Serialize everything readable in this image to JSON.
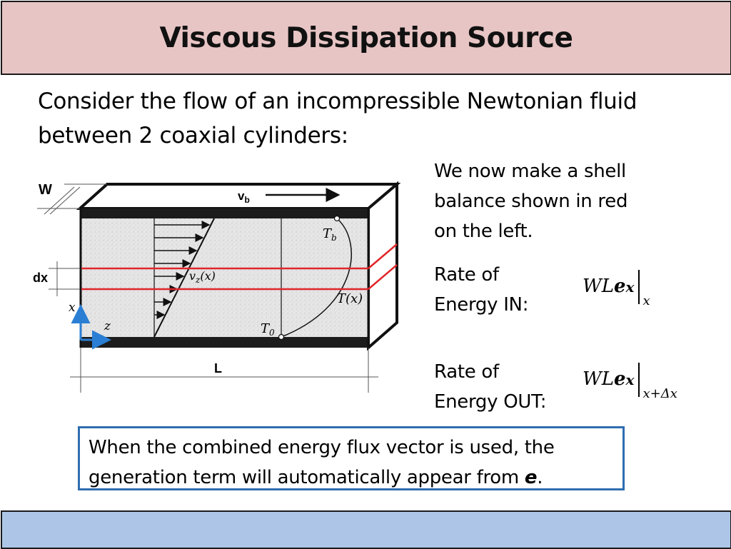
{
  "slide": {
    "title": "Viscous Dissipation Source",
    "intro_line1": "Consider the flow of an incompressible Newtonian fluid",
    "intro_line2": "between 2 coaxial cylinders:"
  },
  "diagram": {
    "label_w": "W",
    "label_vb": "vb",
    "label_dx": "dx",
    "label_vz": "vz(x)",
    "label_tb": "Tb",
    "label_tx": "T(x)",
    "label_t0": "T0",
    "label_x": "x",
    "label_z": "z",
    "label_l": "L",
    "colors": {
      "shell": "#e0262a",
      "axes": "#2a7fd4",
      "wall": "#1c1c1c"
    }
  },
  "side": {
    "shell_line1": "We now make a shell",
    "shell_line2": "balance shown in red",
    "shell_line3": "on the left.",
    "in_line1": "Rate of",
    "in_line2": "Energy IN:",
    "out_line1": "Rate of",
    "out_line2": "Energy OUT:"
  },
  "equations": {
    "in_prefix": "WL",
    "in_vector": "e",
    "in_vector_sub": "x",
    "in_eval": "x",
    "out_prefix": "WL",
    "out_vector": "e",
    "out_vector_sub": "x",
    "out_eval": "x+Δx"
  },
  "callout": {
    "text": "When the combined energy flux vector is used, the generation term will automatically appear from ",
    "bold_symbol": "e",
    "end": "."
  },
  "theme": {
    "title_bg": "#e8c5c5",
    "footer_bg": "#adc6e8",
    "callout_border": "#2f6db0"
  }
}
